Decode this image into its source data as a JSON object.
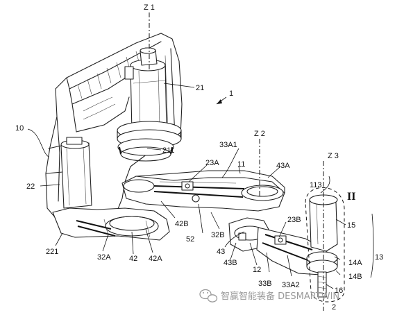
{
  "labels": {
    "z1": "Z 1",
    "z2": "Z 2",
    "z3": "Z 3",
    "n1": "1",
    "n10": "10",
    "n11": "11",
    "n12": "12",
    "n13": "13",
    "n14A": "14A",
    "n14B": "14B",
    "n15": "15",
    "n16": "16",
    "n2": "2",
    "n21": "21",
    "n211": "211",
    "n22": "22",
    "n221": "221",
    "n23A": "23A",
    "n23B": "23B",
    "n32A": "32A",
    "n32B": "32B",
    "n33A1": "33A1",
    "n33A2": "33A2",
    "n33B": "33B",
    "n42": "42",
    "n42A": "42A",
    "n42B": "42B",
    "n43": "43",
    "n43A": "43A",
    "n43B": "43B",
    "n52": "52",
    "n113": "113",
    "roman2": "II"
  },
  "watermark": {
    "icon": "wechat-icon",
    "text": "智赢智能装备 DESMARTWIN"
  },
  "colors": {
    "line": "#222222",
    "watermark": "#9a9a9a"
  }
}
